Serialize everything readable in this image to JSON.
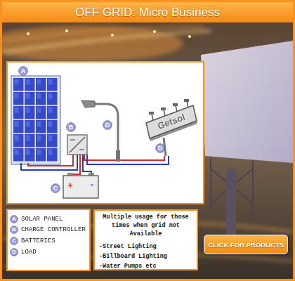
{
  "diagram": {
    "title": "OFF GRID: Micro Business",
    "nodes": [
      {
        "text": [
          "A"
        ]
      },
      {
        "text": [
          "B"
        ]
      },
      {
        "text": [
          "Getsol"
        ]
      },
      {
        "text": [
          "D"
        ]
      },
      {
        "text": [
          "D"
        ]
      },
      {
        "text": [
          "C"
        ]
      },
      {
        "text": [
          "A"
        ]
      },
      {
        "text": [
          "B"
        ]
      },
      {
        "text": [
          "C"
        ]
      },
      {
        "text": [
          "D"
        ]
      },
      {
        "text": [
          "Multiple usage for those times when grid not Available",
          "-Street Lighting",
          "-Billboard Lighting",
          "-Water Pumps etc"
        ]
      },
      {
        "text": [
          "CLICK FOR PRODUCTS"
        ]
      }
    ],
    "labels": [
      "+",
      "-"
    ],
    "legend": [
      {
        "text": "SOLAR PANEL"
      },
      {
        "text": "CHARGE CONTROLLER"
      },
      {
        "text": "BATTERIES"
      },
      {
        "text": "LOAD"
      }
    ]
  }
}
